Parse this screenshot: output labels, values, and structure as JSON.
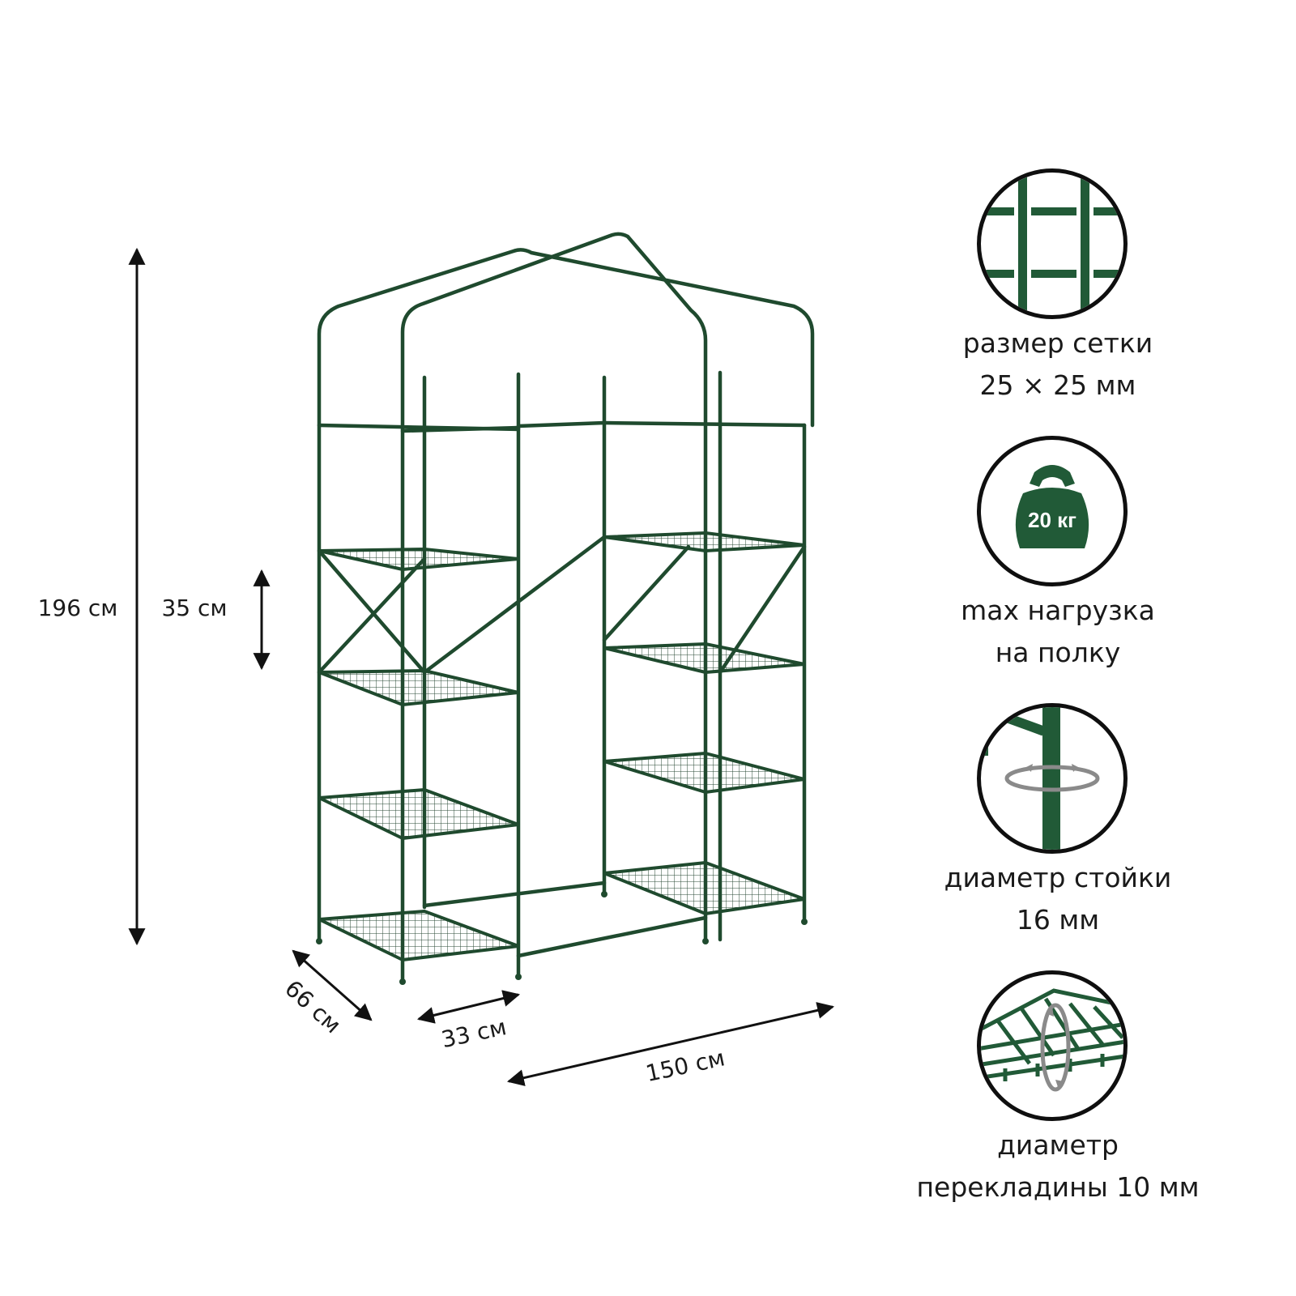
{
  "colors": {
    "frame": "#1f4a2e",
    "icon_green": "#215a37",
    "ink": "#1a1a1a",
    "icon_border": "#0f0f0f"
  },
  "dimensions": {
    "height": "196 см",
    "shelf_spacing": "35 см",
    "depth": "66 см",
    "section_width": "33 см",
    "width": "150 см"
  },
  "features": [
    {
      "icon": "grid-mesh-icon",
      "line1": "размер сетки",
      "line2": "25 × 25 мм"
    },
    {
      "icon": "kettlebell-weight-icon",
      "badge": "20 кг",
      "line1": "max нагрузка",
      "line2": "на полку"
    },
    {
      "icon": "post-rotation-icon",
      "line1": "диаметр стойки",
      "line2": "16 мм"
    },
    {
      "icon": "crossbar-rotation-icon",
      "line1": "диаметр",
      "line2": "перекладины 10 мм"
    }
  ]
}
